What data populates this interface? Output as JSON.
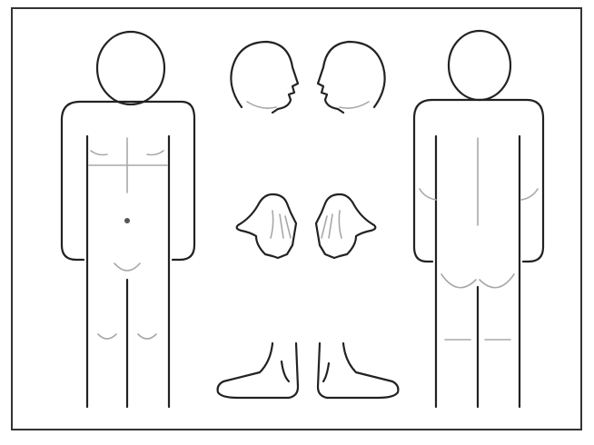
{
  "diagram": {
    "views": [
      "body-front",
      "head-right",
      "head-left",
      "hand-left",
      "hand-right",
      "foot-left",
      "foot-right",
      "body-back"
    ],
    "colors": {
      "outline": "#222222",
      "guide": "#a8a8a8",
      "frame": "#333333"
    }
  }
}
